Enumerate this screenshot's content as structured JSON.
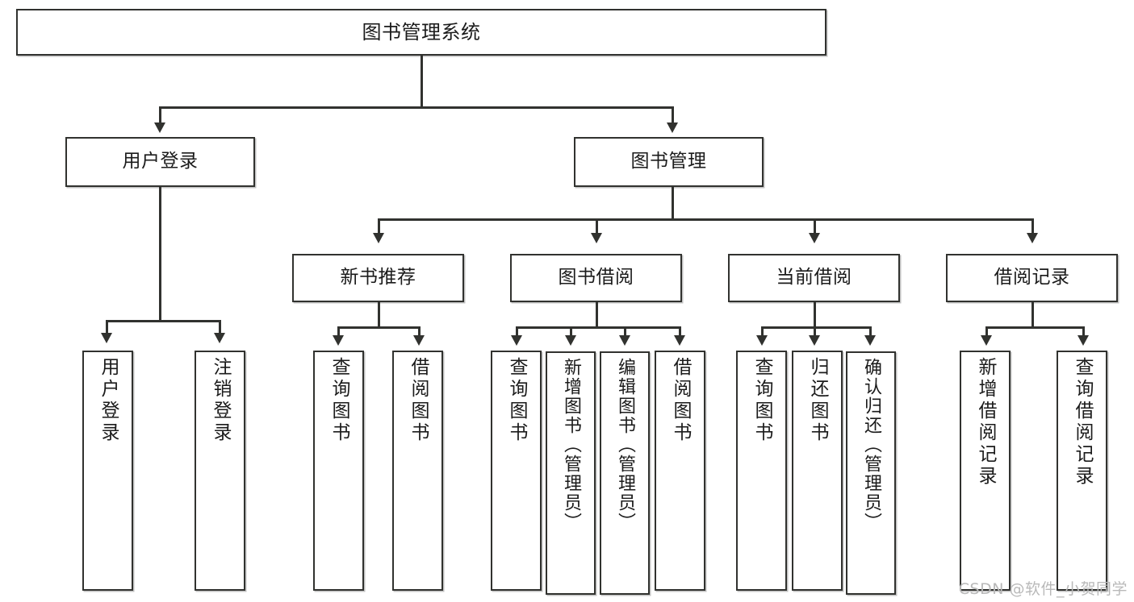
{
  "diagram": {
    "title": "图书管理系统",
    "type": "tree-hierarchy-chart",
    "root": {
      "label": "图书管理系统"
    },
    "level2": [
      {
        "label": "用户登录"
      },
      {
        "label": "图书管理"
      }
    ],
    "level3": [
      {
        "label": "新书推荐"
      },
      {
        "label": "图书借阅"
      },
      {
        "label": "当前借阅"
      },
      {
        "label": "借阅记录"
      }
    ],
    "leaves": {
      "user_login": [
        {
          "label": "用户登录"
        },
        {
          "label": "注销登录"
        }
      ],
      "new_book_recommend": [
        {
          "label": "查询图书"
        },
        {
          "label": "借阅图书"
        }
      ],
      "book_borrow": [
        {
          "label": "查询图书"
        },
        {
          "label": "新增图书（管理员）"
        },
        {
          "label": "编辑图书（管理员）"
        },
        {
          "label": "借阅图书"
        }
      ],
      "current_borrow": [
        {
          "label": "查询图书"
        },
        {
          "label": "归还图书"
        },
        {
          "label": "确认归还（管理员）"
        }
      ],
      "borrow_records": [
        {
          "label": "新增借阅记录"
        },
        {
          "label": "查询借阅记录"
        }
      ]
    }
  },
  "watermark": {
    "text": "CSDN @软件_小贺同学"
  },
  "colors": {
    "stroke": "#31322f",
    "background": "#ffffff",
    "text": "#1b1b1b",
    "watermark": "#b9b9b9"
  }
}
